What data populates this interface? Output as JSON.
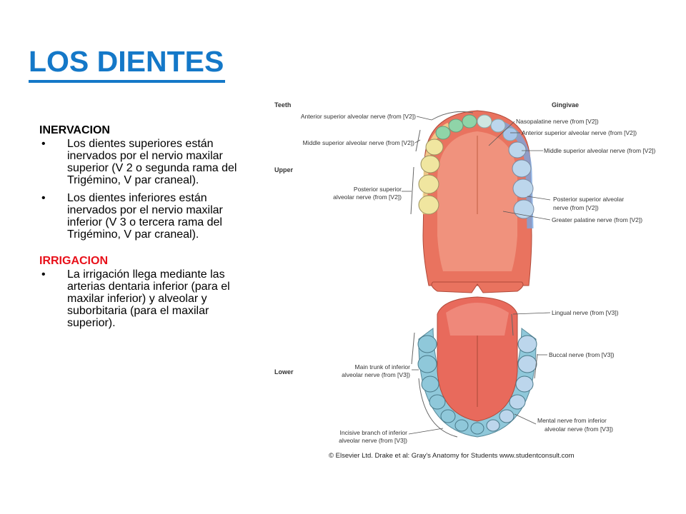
{
  "slide": {
    "title": "LOS DIENTES",
    "inervacion": {
      "heading": "INERVACION",
      "bullets": [
        "Los dientes superiores están inervados por el nervio maxilar superior (V 2 o segunda rama del Trigémino, V par craneal).",
        "Los dientes inferiores están inervados por el nervio maxilar inferior    (V 3 o tercera rama del Trigémino, V par craneal)."
      ]
    },
    "irrigacion": {
      "heading": "IRRIGACION",
      "bullets": [
        "La irrigación llega mediante las arterias dentaria inferior (para el maxilar inferior) y alveolar y suborbitaria (para el maxilar superior)."
      ]
    },
    "bullet_char": "•",
    "heading_red_color": "#e8101a",
    "title_color": "#1478c8"
  },
  "diagram": {
    "col_teeth": "Teeth",
    "col_gingivae": "Gingivae",
    "row_upper": "Upper",
    "row_lower": "Lower",
    "left_labels": {
      "ant_sup_alv": "Anterior superior alveolar nerve (from [V2])",
      "mid_sup_alv": "Middle superior alveolar nerve (from [V2])",
      "post_sup_alv_1": "Posterior superior",
      "post_sup_alv_2": "alveolar nerve (from [V2])",
      "main_trunk_1": "Main trunk of inferior",
      "main_trunk_2": "alveolar nerve (from [V3])",
      "incisive_1": "Incisive branch of inferior",
      "incisive_2": "alveolar nerve (from [V3])"
    },
    "right_labels": {
      "nasopalatine": "Nasopalatine nerve (from [V2])",
      "ant_sup_alv": "Anterior superior alveolar nerve (from [V2])",
      "mid_sup_alv": "Middle superior alveolar nerve (from [V2])",
      "post_sup_alv_1": "Posterior superior alveolar",
      "post_sup_alv_2": "nerve (from [V2])",
      "greater_palatine": "Greater palatine nerve (from [V2])",
      "lingual": "Lingual nerve (from [V3])",
      "buccal": "Buccal nerve (from [V3])",
      "mental_1": "Mental nerve from inferior",
      "mental_2": "alveolar nerve (from [V3])"
    },
    "credit": "© Elsevier Ltd. Drake et al: Gray's Anatomy for Students www.studentconsult.com",
    "colors": {
      "palate": "#e9735f",
      "tongue": "#e86a5c",
      "upper_ant_teeth": "#8fd4a8",
      "upper_post_teeth": "#f0e6a0",
      "lower_teeth": "#8fc8da",
      "gingiva_blue": "#7aa6e0",
      "gingiva_yellow": "#f4eb9a"
    }
  }
}
